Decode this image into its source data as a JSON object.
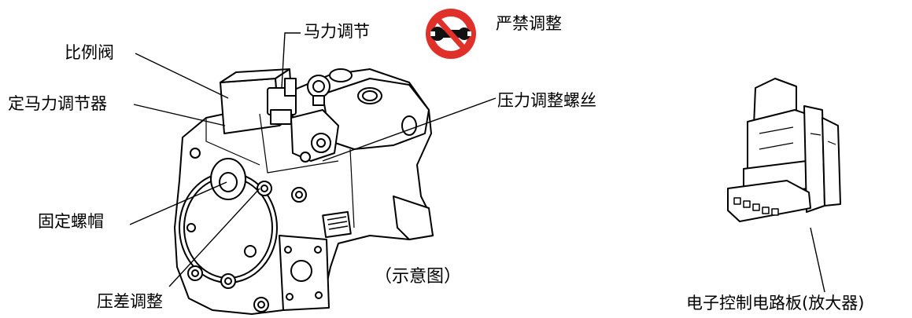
{
  "labels": {
    "proportional_valve": "比例阀",
    "horsepower_adjust": "马力调节",
    "constant_power_regulator": "定马力调节器",
    "fixing_nut": "固定螺帽",
    "differential_pressure_adjust": "压差调整",
    "forbidden_adjust": "严禁调整",
    "pressure_adjust_screw": "压力调整螺丝",
    "schematic_note": "（示意图）",
    "electronic_board": "电子控制电路板(放大器)"
  },
  "colors": {
    "line": "#000000",
    "prohibition_red": "#e0302a",
    "background": "#ffffff"
  },
  "icons": {
    "prohibition": "no-wrench-prohibition-icon"
  }
}
